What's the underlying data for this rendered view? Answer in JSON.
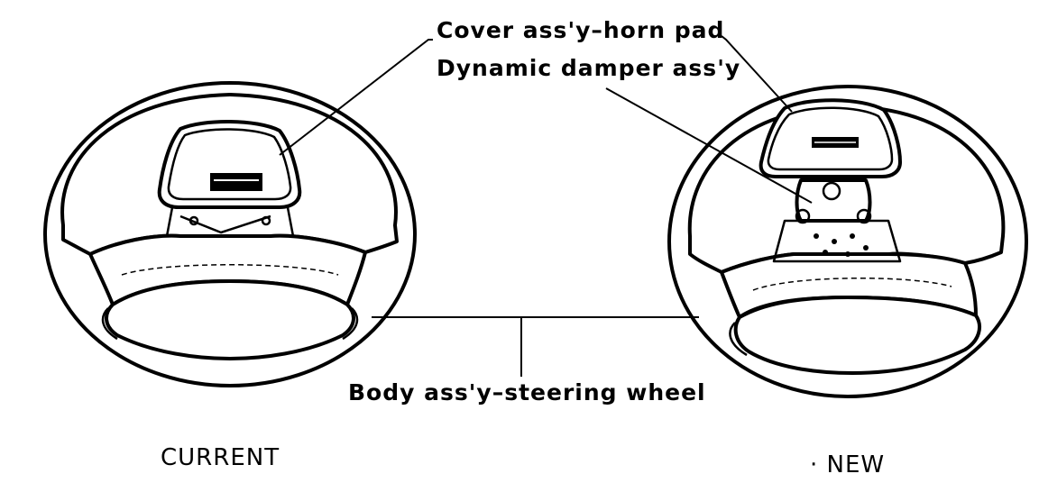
{
  "labels": {
    "cover_horn_pad": "Cover ass'y–horn pad",
    "dynamic_damper": "Dynamic damper ass'y",
    "body_steering_wheel": "Body ass'y–steering wheel"
  },
  "captions": {
    "current": "CURRENT",
    "new": "· NEW"
  }
}
